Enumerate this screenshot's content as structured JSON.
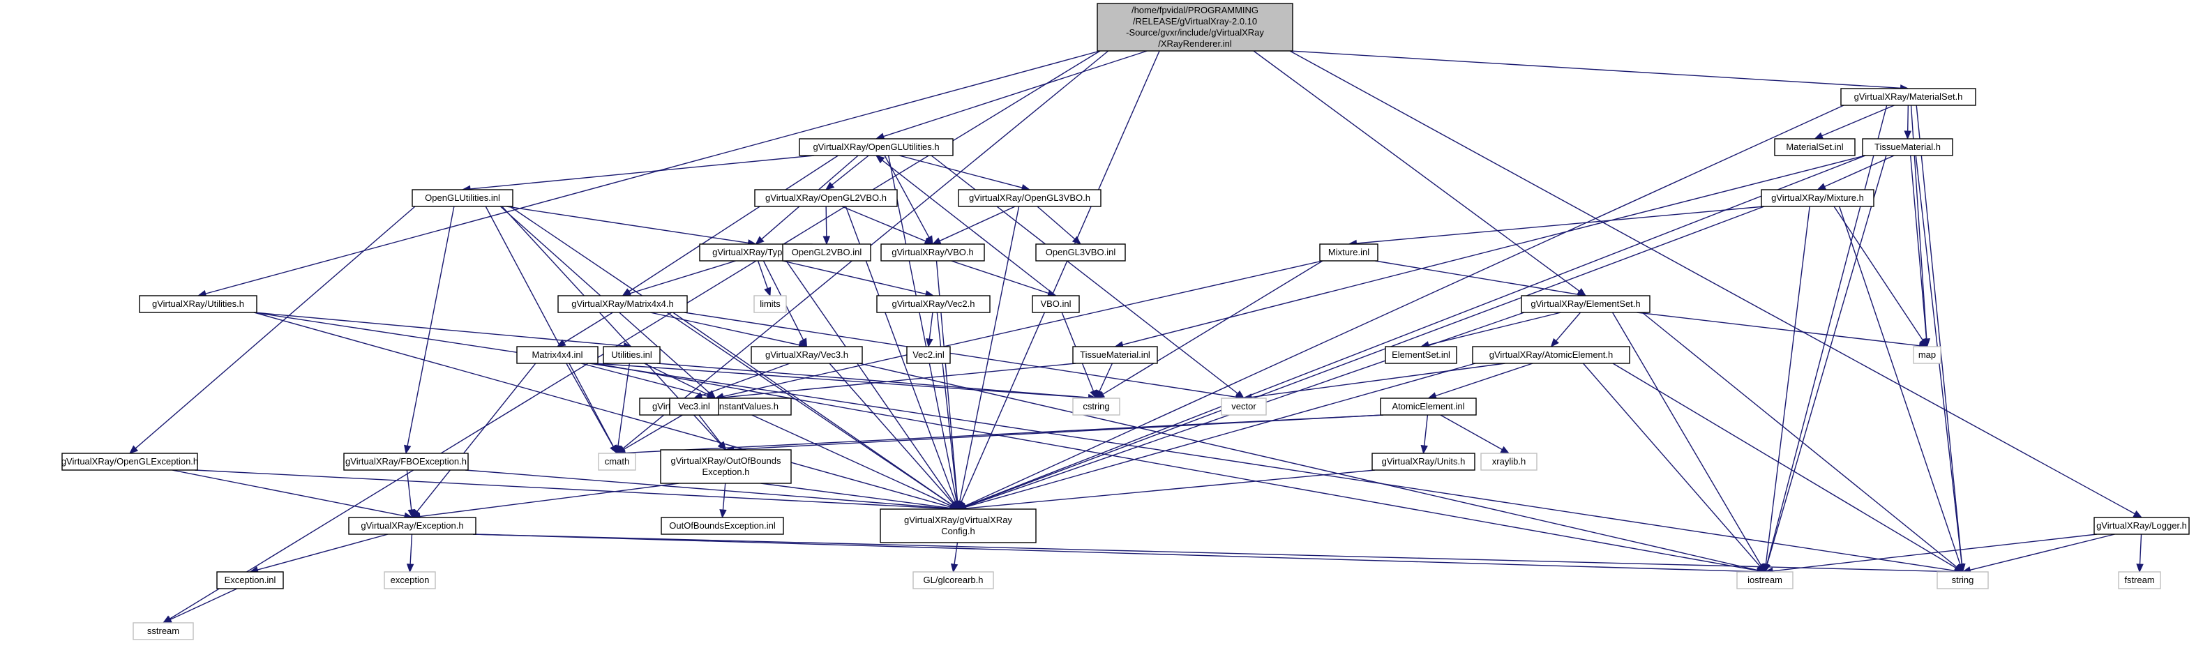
{
  "diagram": {
    "type": "include-dependency-graph",
    "nodes": [
      {
        "id": "root",
        "lines": [
          "/home/fpvidal/PROGRAMMING",
          "/RELEASE/gVirtualXray-2.0.10",
          "-Source/gvxr/include/gVirtualXRay",
          "/XRayRenderer.inl"
        ],
        "external": false,
        "root": true
      },
      {
        "id": "oglutil_h",
        "lines": [
          "gVirtualXRay/OpenGLUtilities.h"
        ],
        "external": false
      },
      {
        "id": "matset_h",
        "lines": [
          "gVirtualXRay/MaterialSet.h"
        ],
        "external": false
      },
      {
        "id": "utilities_h",
        "lines": [
          "gVirtualXRay/Utilities.h"
        ],
        "external": false
      },
      {
        "id": "logger_h",
        "lines": [
          "gVirtualXRay/Logger.h"
        ],
        "external": false
      },
      {
        "id": "sstream",
        "lines": [
          "sstream"
        ],
        "external": true
      },
      {
        "id": "cmath",
        "lines": [
          "cmath"
        ],
        "external": true
      },
      {
        "id": "elemset_h",
        "lines": [
          "gVirtualXRay/ElementSet.h"
        ],
        "external": false
      },
      {
        "id": "config_h",
        "lines": [
          "gVirtualXRay/gVirtualXRay",
          "Config.h"
        ],
        "external": false
      },
      {
        "id": "iostream",
        "lines": [
          "iostream"
        ],
        "external": true
      },
      {
        "id": "string",
        "lines": [
          "string"
        ],
        "external": true
      },
      {
        "id": "oglutil_inl",
        "lines": [
          "OpenGLUtilities.inl"
        ],
        "external": false
      },
      {
        "id": "ogl2vbo_h",
        "lines": [
          "gVirtualXRay/OpenGL2VBO.h"
        ],
        "external": false
      },
      {
        "id": "ogl3vbo_h",
        "lines": [
          "gVirtualXRay/OpenGL3VBO.h"
        ],
        "external": false
      },
      {
        "id": "types_h",
        "lines": [
          "gVirtualXRay/Types.h"
        ],
        "external": false
      },
      {
        "id": "vbo_h",
        "lines": [
          "gVirtualXRay/VBO.h"
        ],
        "external": false
      },
      {
        "id": "ogl2vbo_inl",
        "lines": [
          "OpenGL2VBO.inl"
        ],
        "external": false
      },
      {
        "id": "ogl3vbo_inl",
        "lines": [
          "OpenGL3VBO.inl"
        ],
        "external": false
      },
      {
        "id": "limits",
        "lines": [
          "limits"
        ],
        "external": true
      },
      {
        "id": "vec2_h",
        "lines": [
          "gVirtualXRay/Vec2.h"
        ],
        "external": false
      },
      {
        "id": "vbo_inl",
        "lines": [
          "VBO.inl"
        ],
        "external": false
      },
      {
        "id": "matrix_h",
        "lines": [
          "gVirtualXRay/Matrix4x4.h"
        ],
        "external": false
      },
      {
        "id": "vec2_inl",
        "lines": [
          "Vec2.inl"
        ],
        "external": false
      },
      {
        "id": "matrix_inl",
        "lines": [
          "Matrix4x4.inl"
        ],
        "external": false
      },
      {
        "id": "utilities_inl",
        "lines": [
          "Utilities.inl"
        ],
        "external": false
      },
      {
        "id": "vec3_h",
        "lines": [
          "gVirtualXRay/Vec3.h"
        ],
        "external": false
      },
      {
        "id": "cstring",
        "lines": [
          "cstring"
        ],
        "external": true
      },
      {
        "id": "vector",
        "lines": [
          "vector"
        ],
        "external": true
      },
      {
        "id": "constvals_h",
        "lines": [
          "gVirtualXRay/ConstantValues.h"
        ],
        "external": false
      },
      {
        "id": "vec3_inl",
        "lines": [
          "Vec3.inl"
        ],
        "external": false
      },
      {
        "id": "ogl_exc_h",
        "lines": [
          "gVirtualXRay/OpenGLException.h"
        ],
        "external": false
      },
      {
        "id": "fbo_exc_h",
        "lines": [
          "gVirtualXRay/FBOException.h"
        ],
        "external": false
      },
      {
        "id": "oob_exc_h",
        "lines": [
          "gVirtualXRay/OutOfBounds",
          "Exception.h"
        ],
        "external": false
      },
      {
        "id": "exception_h",
        "lines": [
          "gVirtualXRay/Exception.h"
        ],
        "external": false
      },
      {
        "id": "oob_exc_inl",
        "lines": [
          "OutOfBoundsException.inl"
        ],
        "external": false
      },
      {
        "id": "exception_inl",
        "lines": [
          "Exception.inl"
        ],
        "external": false
      },
      {
        "id": "exception",
        "lines": [
          "exception"
        ],
        "external": true
      },
      {
        "id": "glcorearb",
        "lines": [
          "GL/glcorearb.h"
        ],
        "external": true
      },
      {
        "id": "matset_inl",
        "lines": [
          "MaterialSet.inl"
        ],
        "external": false
      },
      {
        "id": "tissue_h",
        "lines": [
          "TissueMaterial.h"
        ],
        "external": false
      },
      {
        "id": "mixture_h",
        "lines": [
          "gVirtualXRay/Mixture.h"
        ],
        "external": false
      },
      {
        "id": "mixture_inl",
        "lines": [
          "Mixture.inl"
        ],
        "external": false
      },
      {
        "id": "tissue_inl",
        "lines": [
          "TissueMaterial.inl"
        ],
        "external": false
      },
      {
        "id": "map",
        "lines": [
          "map"
        ],
        "external": true
      },
      {
        "id": "elemset_inl",
        "lines": [
          "ElementSet.inl"
        ],
        "external": false
      },
      {
        "id": "atomic_h",
        "lines": [
          "gVirtualXRay/AtomicElement.h"
        ],
        "external": false
      },
      {
        "id": "atomic_inl",
        "lines": [
          "AtomicElement.inl"
        ],
        "external": false
      },
      {
        "id": "units_h",
        "lines": [
          "gVirtualXRay/Units.h"
        ],
        "external": false
      },
      {
        "id": "xraylib_h",
        "lines": [
          "xraylib.h"
        ],
        "external": true
      },
      {
        "id": "fstream",
        "lines": [
          "fstream"
        ],
        "external": true
      }
    ],
    "edges": [
      [
        "root",
        "oglutil_h"
      ],
      [
        "root",
        "matset_h"
      ],
      [
        "root",
        "utilities_h"
      ],
      [
        "root",
        "logger_h"
      ],
      [
        "root",
        "sstream"
      ],
      [
        "root",
        "cmath"
      ],
      [
        "root",
        "elemset_h"
      ],
      [
        "root",
        "config_h"
      ],
      [
        "oglutil_h",
        "oglutil_inl"
      ],
      [
        "oglutil_h",
        "ogl2vbo_h"
      ],
      [
        "oglutil_h",
        "ogl3vbo_h"
      ],
      [
        "oglutil_h",
        "types_h"
      ],
      [
        "oglutil_h",
        "vbo_h"
      ],
      [
        "oglutil_h",
        "matrix_h"
      ],
      [
        "oglutil_h",
        "config_h"
      ],
      [
        "oglutil_h",
        "vector"
      ],
      [
        "oglutil_inl",
        "types_h"
      ],
      [
        "oglutil_inl",
        "ogl_exc_h"
      ],
      [
        "oglutil_inl",
        "fbo_exc_h"
      ],
      [
        "oglutil_inl",
        "cmath"
      ],
      [
        "oglutil_inl",
        "constvals_h"
      ],
      [
        "oglutil_inl",
        "oob_exc_h"
      ],
      [
        "oglutil_inl",
        "config_h"
      ],
      [
        "ogl2vbo_h",
        "ogl2vbo_inl"
      ],
      [
        "ogl2vbo_h",
        "vbo_h"
      ],
      [
        "ogl2vbo_h",
        "config_h"
      ],
      [
        "ogl3vbo_h",
        "ogl3vbo_inl"
      ],
      [
        "ogl3vbo_h",
        "vbo_h"
      ],
      [
        "ogl3vbo_h",
        "config_h"
      ],
      [
        "vbo_h",
        "vbo_inl"
      ],
      [
        "vbo_h",
        "config_h"
      ],
      [
        "vbo_inl",
        "oglutil_h"
      ],
      [
        "vbo_inl",
        "cstring"
      ],
      [
        "types_h",
        "limits"
      ],
      [
        "types_h",
        "vec2_h"
      ],
      [
        "types_h",
        "matrix_h"
      ],
      [
        "types_h",
        "vec3_h"
      ],
      [
        "types_h",
        "config_h"
      ],
      [
        "vec2_h",
        "vec2_inl"
      ],
      [
        "vec2_h",
        "config_h"
      ],
      [
        "matrix_h",
        "matrix_inl"
      ],
      [
        "matrix_h",
        "vec3_h"
      ],
      [
        "matrix_h",
        "config_h"
      ],
      [
        "matrix_h",
        "vector"
      ],
      [
        "matrix_inl",
        "cmath"
      ],
      [
        "matrix_inl",
        "exception_h"
      ],
      [
        "matrix_inl",
        "constvals_h"
      ],
      [
        "matrix_inl",
        "iostream"
      ],
      [
        "matrix_inl",
        "cstring"
      ],
      [
        "vec3_h",
        "vec3_inl"
      ],
      [
        "vec3_h",
        "config_h"
      ],
      [
        "vec3_h",
        "iostream"
      ],
      [
        "vec3_inl",
        "cmath"
      ],
      [
        "vec3_inl",
        "oob_exc_h"
      ],
      [
        "utilities_h",
        "utilities_inl"
      ],
      [
        "utilities_h",
        "config_h"
      ],
      [
        "utilities_h",
        "string"
      ],
      [
        "utilities_inl",
        "cmath"
      ],
      [
        "utilities_inl",
        "constvals_h"
      ],
      [
        "utilities_inl",
        "cstring"
      ],
      [
        "constvals_h",
        "config_h"
      ],
      [
        "ogl_exc_h",
        "exception_h"
      ],
      [
        "ogl_exc_h",
        "config_h"
      ],
      [
        "fbo_exc_h",
        "exception_h"
      ],
      [
        "fbo_exc_h",
        "config_h"
      ],
      [
        "oob_exc_h",
        "exception_h"
      ],
      [
        "oob_exc_h",
        "oob_exc_inl"
      ],
      [
        "oob_exc_h",
        "config_h"
      ],
      [
        "exception_h",
        "exception_inl"
      ],
      [
        "exception_h",
        "exception"
      ],
      [
        "exception_h",
        "string"
      ],
      [
        "exception_h",
        "iostream"
      ],
      [
        "exception_inl",
        "sstream"
      ],
      [
        "config_h",
        "glcorearb"
      ],
      [
        "matset_h",
        "matset_inl"
      ],
      [
        "matset_h",
        "tissue_h"
      ],
      [
        "matset_h",
        "map"
      ],
      [
        "matset_h",
        "config_h"
      ],
      [
        "matset_h",
        "iostream"
      ],
      [
        "matset_h",
        "string"
      ],
      [
        "tissue_h",
        "mixture_h"
      ],
      [
        "tissue_h",
        "tissue_inl"
      ],
      [
        "tissue_h",
        "map"
      ],
      [
        "tissue_h",
        "config_h"
      ],
      [
        "tissue_h",
        "iostream"
      ],
      [
        "tissue_h",
        "string"
      ],
      [
        "tissue_inl",
        "constvals_h"
      ],
      [
        "tissue_inl",
        "cstring"
      ],
      [
        "mixture_h",
        "mixture_inl"
      ],
      [
        "mixture_h",
        "map"
      ],
      [
        "mixture_h",
        "config_h"
      ],
      [
        "mixture_h",
        "iostream"
      ],
      [
        "mixture_h",
        "string"
      ],
      [
        "mixture_inl",
        "elemset_h"
      ],
      [
        "mixture_inl",
        "constvals_h"
      ],
      [
        "mixture_inl",
        "cstring"
      ],
      [
        "elemset_h",
        "elemset_inl"
      ],
      [
        "elemset_h",
        "atomic_h"
      ],
      [
        "elemset_h",
        "map"
      ],
      [
        "elemset_h",
        "config_h"
      ],
      [
        "elemset_h",
        "iostream"
      ],
      [
        "elemset_h",
        "string"
      ],
      [
        "atomic_h",
        "atomic_inl"
      ],
      [
        "atomic_h",
        "vector"
      ],
      [
        "atomic_h",
        "config_h"
      ],
      [
        "atomic_h",
        "iostream"
      ],
      [
        "atomic_h",
        "string"
      ],
      [
        "atomic_inl",
        "units_h"
      ],
      [
        "atomic_inl",
        "xraylib_h"
      ],
      [
        "atomic_inl",
        "cmath"
      ],
      [
        "atomic_inl",
        "oob_exc_h"
      ],
      [
        "units_h",
        "config_h"
      ],
      [
        "logger_h",
        "iostream"
      ],
      [
        "logger_h",
        "fstream"
      ],
      [
        "logger_h",
        "string"
      ]
    ]
  }
}
